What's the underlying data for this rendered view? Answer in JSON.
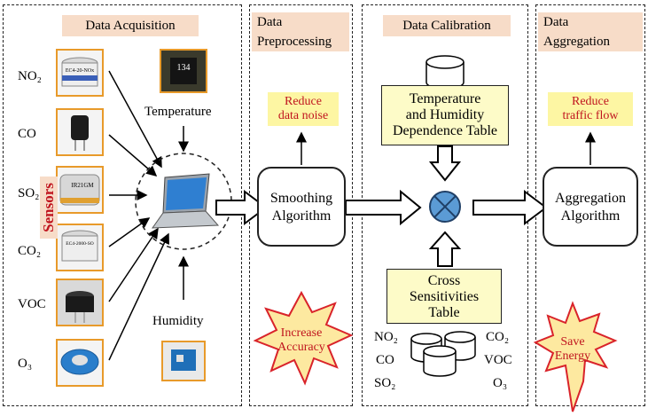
{
  "panels": {
    "acquisition": "Data Acquisition",
    "preprocessing": "Data\nPreprocessing",
    "calibration": "Data Calibration",
    "aggregation": "Data\nAggregation"
  },
  "sensors": {
    "vertical_label": "Sensors",
    "items": [
      {
        "name": "NO₂",
        "chip_text": "EC4-20-NOx"
      },
      {
        "name": "CO",
        "chip_text": ""
      },
      {
        "name": "SO₂",
        "chip_text": "IR21GM"
      },
      {
        "name": "CO₂",
        "chip_text": "EC4-2000-SO"
      },
      {
        "name": "VOC",
        "chip_text": ""
      },
      {
        "name": "O₃",
        "chip_text": ""
      }
    ]
  },
  "temperature": {
    "label": "Temperature",
    "chip_text": "134"
  },
  "humidity": {
    "label": "Humidity"
  },
  "preprocessing": {
    "goal": "Reduce\ndata noise",
    "algorithm": "Smoothing\nAlgorithm",
    "benefit": "Increase\nAccuracy"
  },
  "calibration": {
    "table1": "Temperature\nand Humidity\nDependence Table",
    "table2": "Cross\nSensitivities\nTable",
    "gases_left": [
      "NO₂",
      "CO",
      "SO₂"
    ],
    "gases_right": [
      "CO₂",
      "VOC",
      "O₃"
    ]
  },
  "aggregation": {
    "goal": "Reduce\ntraffic flow",
    "algorithm": "Aggregation\nAlgorithm",
    "benefit": "Save\nEnergy"
  },
  "colors": {
    "header_bg": "#f7dcc8",
    "goal_bg": "#fdf6a3",
    "goal_text": "#c0151f",
    "sensor_border": "#e89a2a",
    "star_fill": "#fde9a0",
    "star_stroke": "#d9232a",
    "calibrator_fill": "#5b9bd5"
  }
}
